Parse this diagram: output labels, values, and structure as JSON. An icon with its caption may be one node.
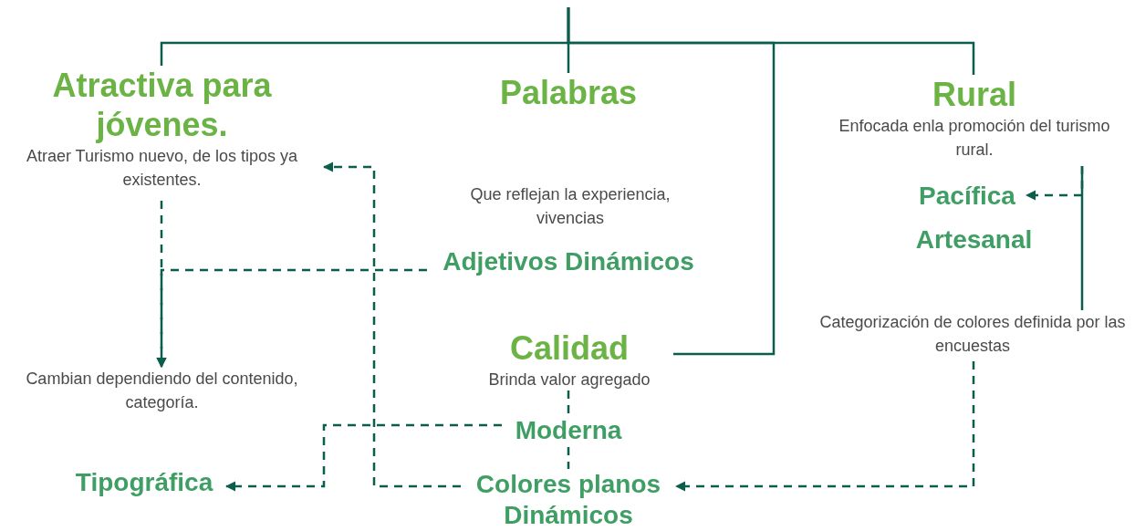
{
  "diagram": {
    "nodes": [
      {
        "text": [
          "Atractiva para jóvenes.",
          "Atraer Turismo nuevo, de los tipos ya existentes."
        ]
      },
      {
        "text": [
          "Palabras"
        ]
      },
      {
        "text": [
          "Rural",
          "Enfocada enla promoción del turismo rural."
        ]
      },
      {
        "text": [
          "Adjetivos Dinámicos"
        ]
      },
      {
        "text": [
          "Pacífica"
        ]
      },
      {
        "text": [
          "Artesanal"
        ]
      },
      {
        "text": [
          "Cambian dependiendo del contenido, categoría."
        ]
      },
      {
        "text": [
          "Calidad",
          "Brinda valor agregado"
        ]
      },
      {
        "text": [
          "Categorización de colores definida por las encuestas"
        ]
      },
      {
        "text": [
          "Moderna"
        ]
      },
      {
        "text": [
          "Tipográfica"
        ]
      },
      {
        "text": [
          "Colores planos Dinámicos"
        ]
      }
    ],
    "edges": [
      {
        "from": null,
        "to": 0,
        "arrow": "none"
      },
      {
        "from": null,
        "to": 1,
        "arrow": "none"
      },
      {
        "from": null,
        "to": 2,
        "arrow": "none"
      },
      {
        "from": null,
        "to": 7,
        "arrow": "none"
      },
      {
        "from": 0,
        "to": 6,
        "arrow": "to",
        "style": "dashed"
      },
      {
        "from": 3,
        "to": 6,
        "arrow": "to",
        "style": "dashed"
      },
      {
        "from": 11,
        "to": 0,
        "arrow": "to",
        "style": "dashed"
      },
      {
        "from": 7,
        "to": 9,
        "arrow": "none",
        "style": "dashed"
      },
      {
        "from": 9,
        "to": 11,
        "arrow": "none",
        "style": "dashed"
      },
      {
        "from": 9,
        "to": 10,
        "arrow": "to",
        "style": "dashed"
      },
      {
        "from": 8,
        "to": 11,
        "arrow": "to",
        "style": "dashed"
      },
      {
        "from": 2,
        "to": 4,
        "arrow": "to",
        "style": "dashed"
      },
      {
        "from": 2,
        "to": 8,
        "arrow": "none"
      }
    ],
    "labels": [
      "Que reflejan la experiencia, vivencias"
    ]
  }
}
